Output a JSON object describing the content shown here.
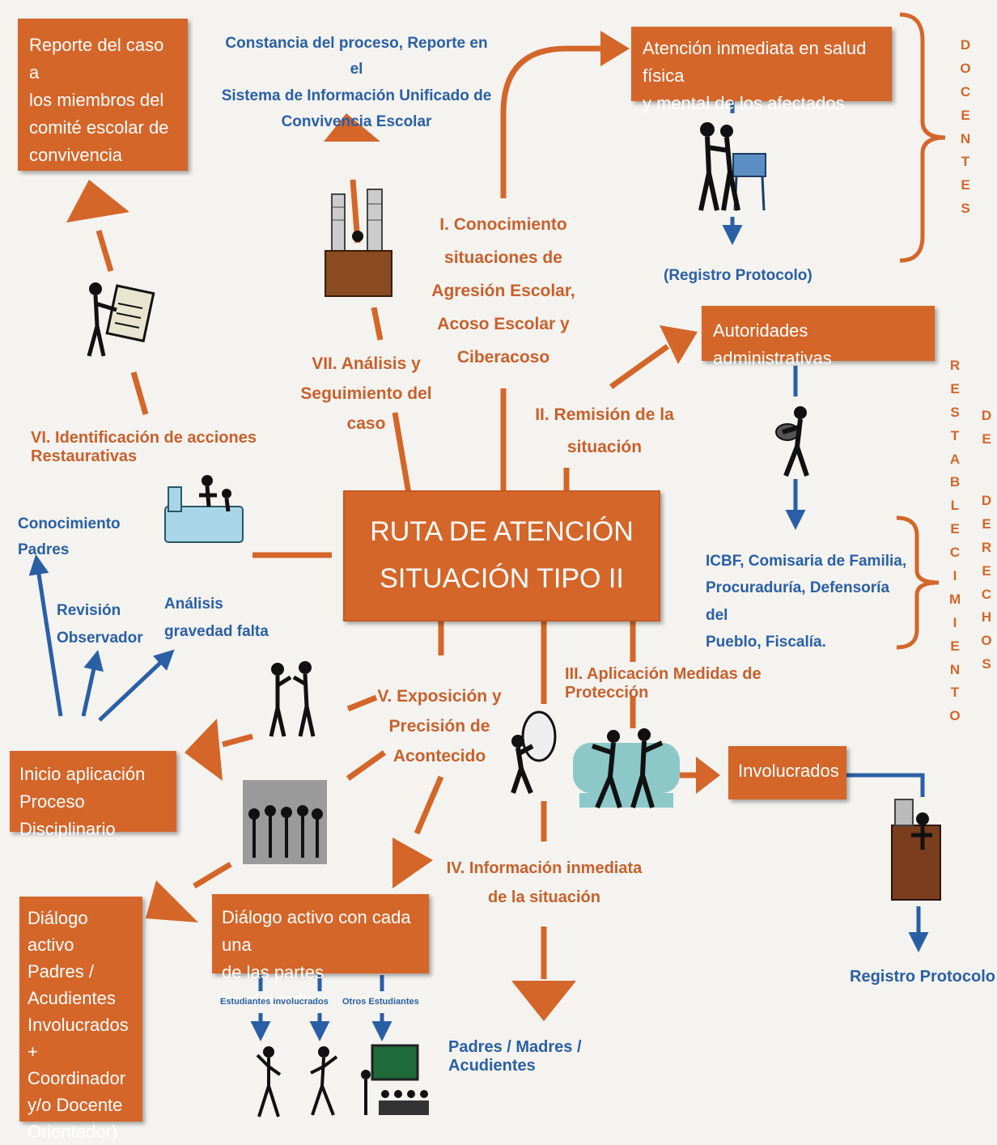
{
  "center": {
    "text": "RUTA DE ATENCIÓN\nSITUACIÓN TIPO II"
  },
  "steps": {
    "i": "I. Conocimiento\nsituaciones de\nAgresión Escolar,\nAcoso Escolar y\nCiberacoso",
    "ii": "II. Remisión de la\nsituación",
    "iii": "III. Aplicación Medidas de Protección",
    "iv": "IV. Información inmediata\nde la situación",
    "v": "V. Exposición y\nPrecisión de\nAcontecido",
    "vi": "VI. Identificación de acciones Restaurativas",
    "vii": "VII. Análisis y\nSeguimiento del caso"
  },
  "boxes": {
    "reporte_comite": "Reporte del caso a\nlos miembros del\ncomité escolar de\nconvivencia",
    "atencion_salud": "Atención inmediata en salud física\ny mental de los afectados",
    "autoridades": "Autoridades administrativas",
    "involucrados": "Involucrados",
    "inicio_proceso": "Inicio aplicación\nProceso Disciplinario",
    "dialogo_partes": "Diálogo activo con cada una\nde las partes involucradas",
    "dialogo_padres": "Diálogo activo\nPadres /\nAcudientes\nInvolucrados +\nCoordinador\ny/o Docente\nOrientador)"
  },
  "blue_labels": {
    "constancia": "Constancia del proceso, Reporte en el\nSistema de Información Unificado de\nConvivencia Escolar",
    "registro_protocolo_top": "(Registro Protocolo)",
    "entidades": "ICBF, Comisaria de Familia,\nProcuraduría, Defensoría del\nPueblo,  Fiscalía.",
    "conocimiento_padres": "Conocimiento\nPadres",
    "revision_observador": "Revisión\nObservador",
    "analisis_gravedad": "Análisis\ngravedad falta",
    "estudiantes_involucrados": "Estudiantes involucrados",
    "otros_estudiantes": "Otros Estudiantes",
    "padres_madres": "Padres / Madres / Acudientes",
    "registro_protocolo_bottom": "Registro Protocolo"
  },
  "vertical_labels": {
    "docentes": "DOCENTES",
    "restablecimiento": "RESTABLECIMIENTO",
    "de": "DE",
    "derechos": "DERECHOS"
  },
  "colors": {
    "accent": "#d4662a",
    "step_text": "#c8602c",
    "blue": "#2a5fa5",
    "background": "#f4f3ef"
  },
  "icons": [
    "people-icon",
    "clipboard-icon",
    "desk-icon",
    "doctor-icon",
    "runner-icon",
    "bed-icon",
    "dancers-icon",
    "office-icon",
    "crowd-icon",
    "teacher-icon"
  ]
}
